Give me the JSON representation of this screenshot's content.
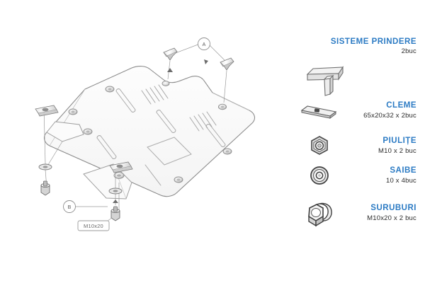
{
  "document": {
    "type": "engine-skid-plate-installation-diagram",
    "background_color": "#ffffff"
  },
  "colors": {
    "heading_blue": "#2C7BC4",
    "line_gray": "#8c8c8c",
    "body_text": "#2b2b2b",
    "callout_text": "#5a5a5a"
  },
  "drawing": {
    "callouts": [
      {
        "id": "A",
        "label": "A"
      },
      {
        "id": "B",
        "label": "B"
      }
    ],
    "dimension_labels": [
      {
        "id": "bolt-size",
        "text": "M10x20"
      }
    ]
  },
  "legend": {
    "items": [
      {
        "icon": "t-bracket-icon",
        "title": "SISTEME PRINDERE",
        "sub": "2buc"
      },
      {
        "icon": "clamp-bar-icon",
        "title": "CLEME",
        "sub": "65x20x32 x 2buc"
      },
      {
        "icon": "hex-nut-icon",
        "title": "PIULIȚE",
        "sub": "M10 x 2 buc"
      },
      {
        "icon": "washer-icon",
        "title": "SAIBE",
        "sub": "10 x 4buc"
      },
      {
        "icon": "hex-bolt-icon",
        "title": "SURUBURI",
        "sub": "M10x20 x 2 buc"
      }
    ]
  }
}
